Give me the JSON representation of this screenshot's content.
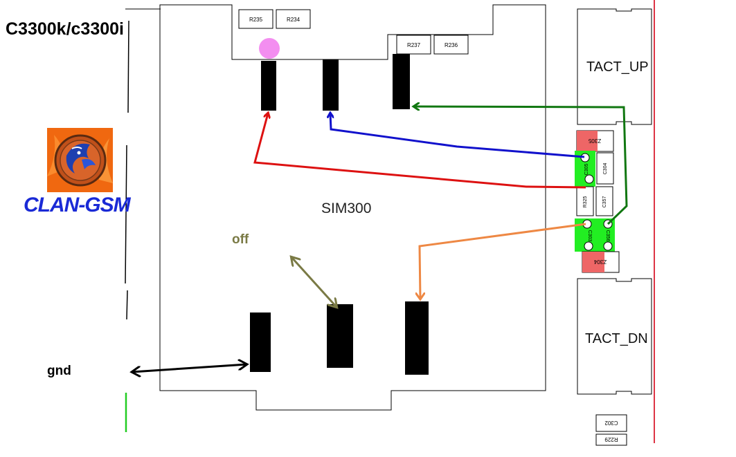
{
  "title": "C3300k/c3300i",
  "brand": "CLAN-GSM",
  "labels": {
    "module": "SIM300",
    "off": "off",
    "gnd": "gnd",
    "tact_up": "TACT_UP",
    "tact_dn": "TACT_DN"
  },
  "components": {
    "r235": "R235",
    "r234": "R234",
    "r237": "R237",
    "r236": "R236",
    "z305": "Z305",
    "c304": "C304",
    "c305": "C305",
    "r325": "R325",
    "c357": "C357",
    "c303": "C303",
    "c356": "C356",
    "z304": "Z304",
    "c302": "C302",
    "r229": "R229"
  },
  "colors": {
    "red": "#dd1111",
    "blue": "#1111cc",
    "green": "#117711",
    "orange": "#ee8844",
    "olive": "#7a7a45",
    "pad_green": "#22ee22",
    "zener_red": "#ee6666",
    "brand_blue": "#1a2ad6",
    "edge_red": "#dd3344"
  }
}
